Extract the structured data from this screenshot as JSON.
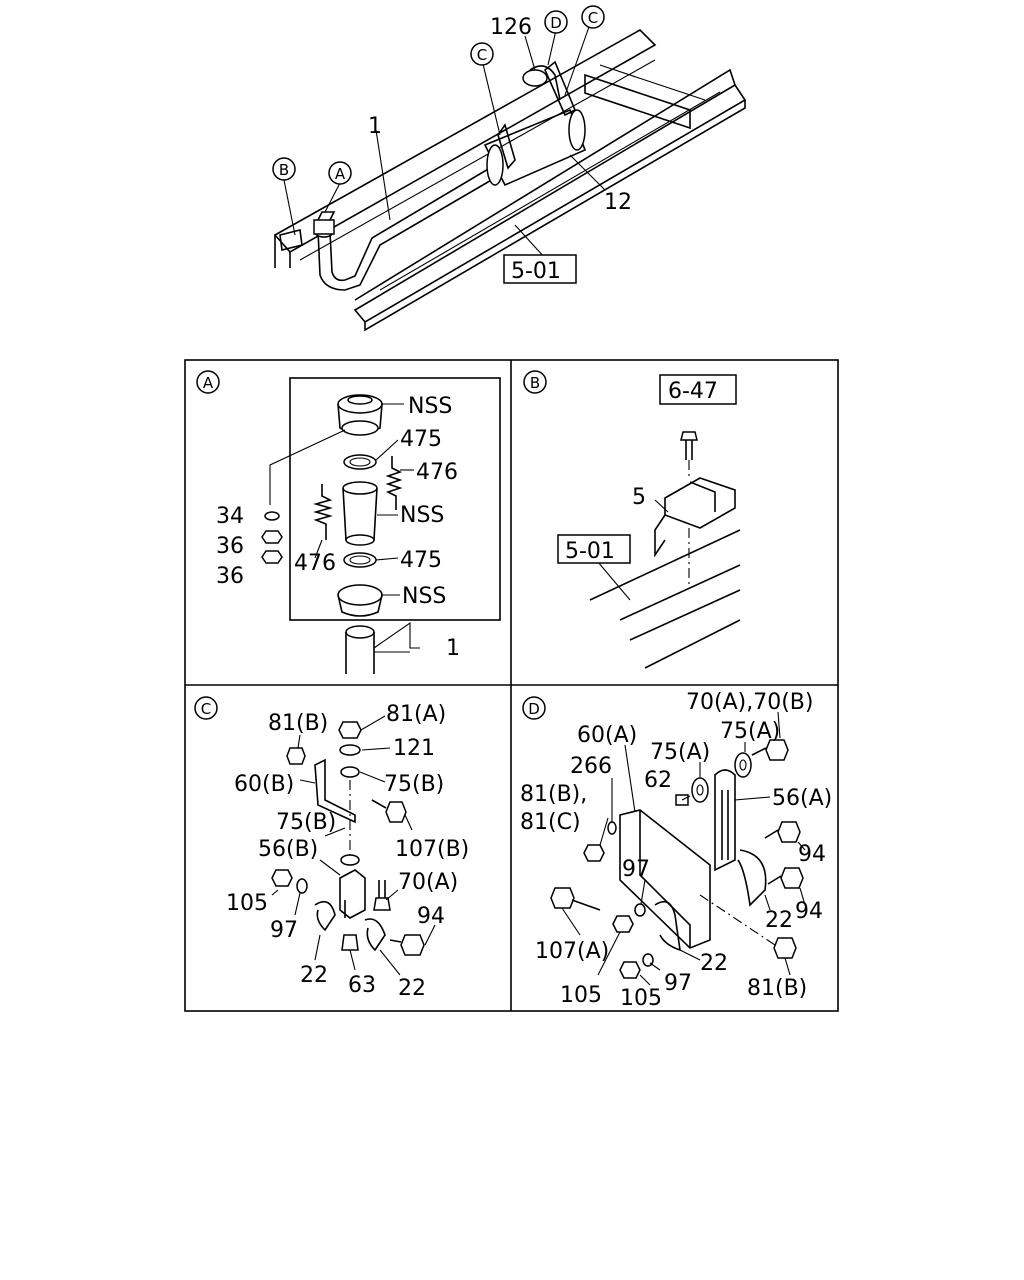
{
  "overview": {
    "callouts": {
      "c126": "126",
      "c1": "1",
      "c12": "12",
      "ref": "5-01"
    },
    "circle_letters": [
      "B",
      "A",
      "C",
      "D",
      "C"
    ]
  },
  "panels": {
    "A": {
      "letter": "A",
      "labels": {
        "nss_top": "NSS",
        "p475_top": "475",
        "p476_right": "476",
        "nss_mid": "NSS",
        "p476_left": "476",
        "p475_bot": "475",
        "nss_bot": "NSS",
        "p34": "34",
        "p36a": "36",
        "p36b": "36",
        "p1": "1"
      }
    },
    "B": {
      "letter": "B",
      "labels": {
        "ref_top": "6-47",
        "p5": "5",
        "ref_bot": "5-01"
      }
    },
    "C": {
      "letter": "C",
      "labels": {
        "p81b": "81(B)",
        "p81a": "81(A)",
        "p121": "121",
        "p60b": "60(B)",
        "p75b_a": "75(B)",
        "p75b_b": "75(B)",
        "p107b": "107(B)",
        "p56b": "56(B)",
        "p70a": "70(A)",
        "p105": "105",
        "p94": "94",
        "p97": "97",
        "p22a": "22",
        "p63": "63",
        "p22b": "22"
      }
    },
    "D": {
      "letter": "D",
      "labels": {
        "p70ab": "70(A),70(B)",
        "p60a": "60(A)",
        "p75a_a": "75(A)",
        "p75a_b": "75(A)",
        "p266": "266",
        "p62": "62",
        "p81b_c": "81(B),",
        "p81c": "81(C)",
        "p56a": "56(A)",
        "p94a": "94",
        "p97a": "97",
        "p22a": "22",
        "p94b": "94",
        "p107a": "107(A)",
        "p22b": "22",
        "p105a": "105",
        "p105b": "105",
        "p97b": "97",
        "p81b": "81(B)"
      }
    }
  }
}
